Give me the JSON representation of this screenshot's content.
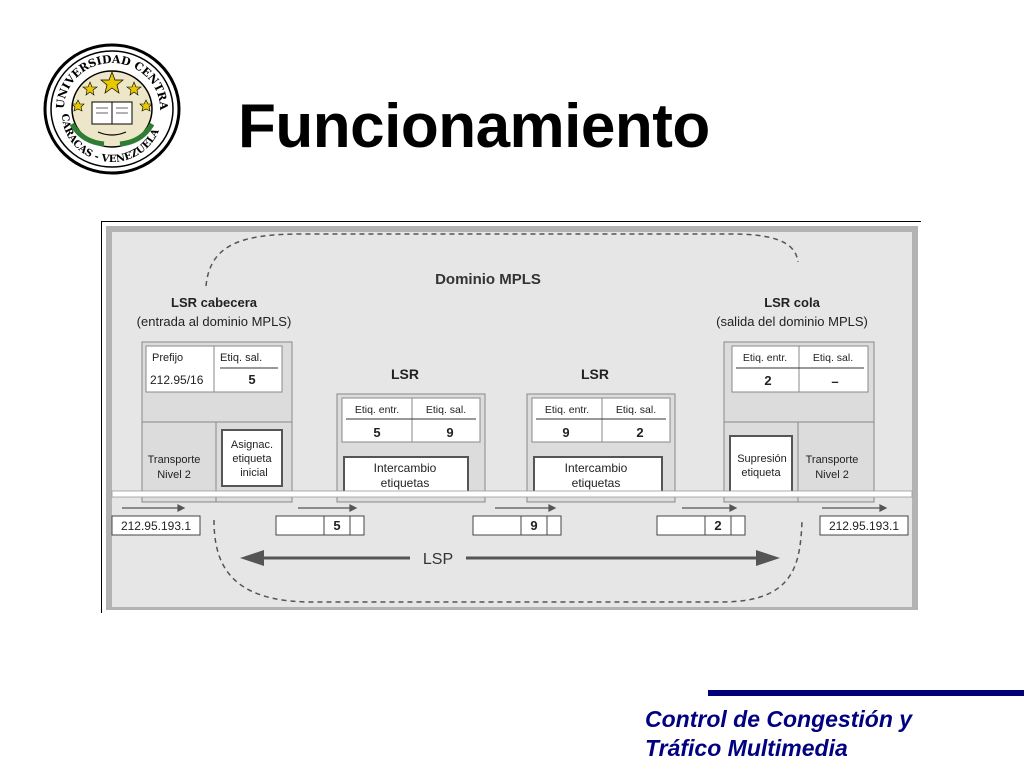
{
  "slide": {
    "title": "Funcionamiento",
    "footer_line1": "Control de Congestión y",
    "footer_line2": "Tráfico Multimedia"
  },
  "seal": {
    "text_top": "UNIVERSIDAD CENTRAL",
    "text_bottom": "CARACAS - VENEZUELA"
  },
  "diagram": {
    "domain_label": "Dominio MPLS",
    "head_label_1": "LSR cabecera",
    "head_label_2": "(entrada al dominio MPLS)",
    "tail_label_1": "LSR cola",
    "tail_label_2": "(salida del dominio MPLS)",
    "lsr_label": "LSR",
    "head_table": {
      "col1": "Prefijo",
      "col2": "Etiq. sal.",
      "prefix": "212.95/16",
      "out": "5"
    },
    "head_transport_1": "Transporte",
    "head_transport_2": "Nivel 2",
    "assign_1": "Asignac.",
    "assign_2": "etiqueta",
    "assign_3": "inicial",
    "lsr1": {
      "col1": "Etiq. entr.",
      "col2": "Etiq. sal.",
      "in": "5",
      "out": "9",
      "exch_1": "Intercambio",
      "exch_2": "etiquetas"
    },
    "lsr2": {
      "col1": "Etiq. entr.",
      "col2": "Etiq. sal.",
      "in": "9",
      "out": "2",
      "exch_1": "Intercambio",
      "exch_2": "etiquetas"
    },
    "tail_table": {
      "col1": "Etiq. entr.",
      "col2": "Etiq. sal.",
      "in": "2",
      "out": "–"
    },
    "suppress_1": "Supresión",
    "suppress_2": "etiqueta",
    "tail_transport_1": "Transporte",
    "tail_transport_2": "Nivel 2",
    "packet_ip": "212.95.193.1",
    "packet_label_1": "5",
    "packet_label_2": "9",
    "packet_label_3": "2",
    "lsp_label": "LSP"
  },
  "colors": {
    "footer": "#000080",
    "panel": "#e6e6e6",
    "frame": "#b3b3b3"
  }
}
